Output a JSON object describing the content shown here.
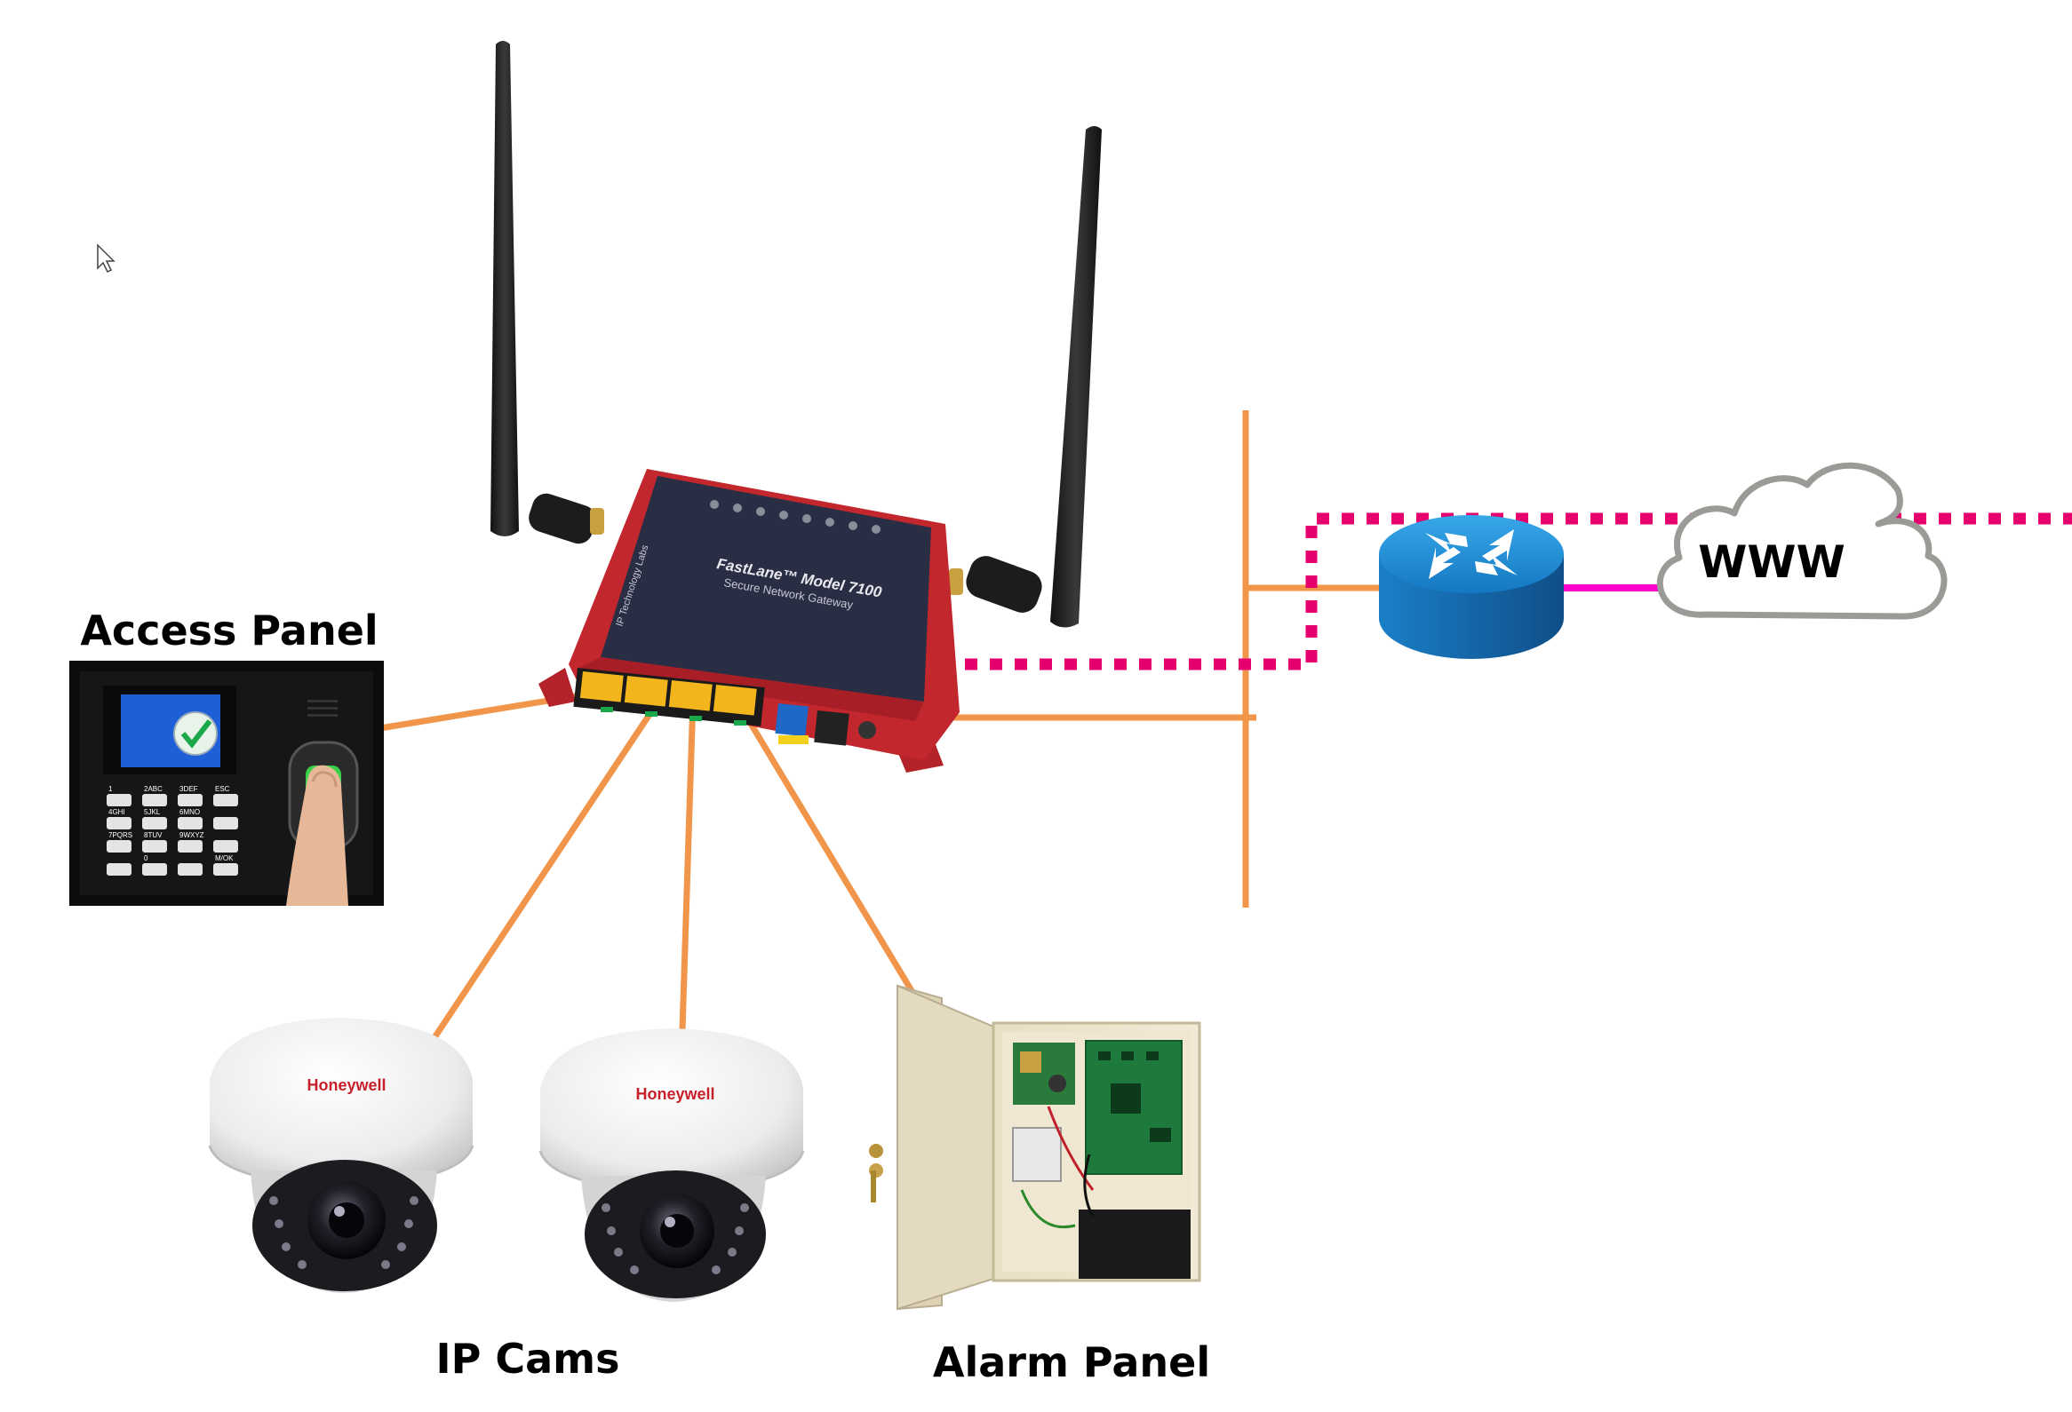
{
  "labels": {
    "access_panel": "Access Panel",
    "ip_cams": "IP Cams",
    "alarm_panel": "Alarm Panel",
    "cloud": "WWW"
  },
  "gateway": {
    "brand": "IP Technology Labs",
    "model": "FastLane™ Model 7100",
    "subtitle": "Secure Network Gateway"
  },
  "cameras": {
    "brand": "Honeywell"
  },
  "keypad": {
    "keys": [
      "1",
      "2ABC",
      "3DEF",
      "ESC",
      "4GHI",
      "5JKL",
      "6MNO",
      "",
      "7PQRS",
      "8TUV",
      "9WXYZ",
      "",
      "",
      "0",
      "",
      "M/OK"
    ]
  },
  "colors": {
    "wire": "#f0954a",
    "secure_tunnel": "#e6006e",
    "router_to_cloud": "#ff00cc",
    "router_blue": "#1e90d8",
    "gateway_red": "#c2272d",
    "gateway_top": "#2a2e44",
    "cloud_outline": "#9a9a96"
  },
  "icons": [
    "cursor-arrow-icon",
    "router-icon",
    "cloud-icon",
    "fingerprint-icon",
    "check-icon"
  ]
}
